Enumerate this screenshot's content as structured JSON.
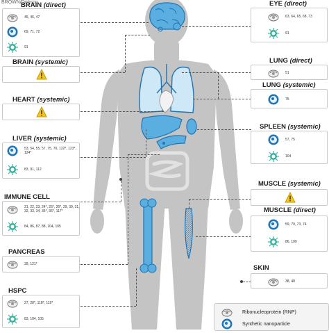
{
  "source_fragment": "BROWN/Dobson",
  "organs": {
    "brain_direct": {
      "name": "BRAIN",
      "mode": "(direct)",
      "rows": [
        {
          "icon": "rnp-icon",
          "refs": "46, 46, 47"
        },
        {
          "icon": "synthetic-nanoparticle-icon",
          "refs": "69, 71, 72"
        },
        {
          "icon": "viral-vector-icon",
          "refs": "91"
        }
      ]
    },
    "brain_systemic": {
      "name": "BRAIN",
      "mode": "(systemic)",
      "rows": [
        {
          "icon": "warning-icon",
          "refs": ""
        }
      ]
    },
    "heart_systemic": {
      "name": "HEART",
      "mode": "(systemic)",
      "rows": [
        {
          "icon": "warning-icon",
          "refs": ""
        }
      ]
    },
    "liver_systemic": {
      "name": "LIVER",
      "mode": "(systemic)",
      "rows": [
        {
          "icon": "synthetic-nanoparticle-icon",
          "refs": "53, 54, 55, 57, 75, 76, 122*, 123*, 124*"
        },
        {
          "icon": "viral-vector-icon",
          "refs": "83, 91, 112"
        }
      ]
    },
    "immune_cell": {
      "name": "IMMUNE CELL",
      "mode": "",
      "rows": [
        {
          "icon": "rnp-icon",
          "refs": "21, 22, 23, 24*, 25*, 26*, 29, 30, 31, 32, 33, 34, 35*, 36*, 117*"
        },
        {
          "icon": "viral-vector-icon",
          "refs": "84, 86, 87, 88, 104, 105"
        }
      ]
    },
    "pancreas": {
      "name": "PANCREAS",
      "mode": "",
      "rows": [
        {
          "icon": "rnp-icon",
          "refs": "39, 121*"
        }
      ]
    },
    "hspc": {
      "name": "HSPC",
      "mode": "",
      "rows": [
        {
          "icon": "rnp-icon",
          "refs": "27, 28*, 118*, 119*"
        },
        {
          "icon": "viral-vector-icon",
          "refs": "83, 104, 105"
        }
      ]
    },
    "eye_direct": {
      "name": "EYE",
      "mode": "(direct)",
      "rows": [
        {
          "icon": "rnp-icon",
          "refs": "63, 64, 65, 68, 73"
        },
        {
          "icon": "viral-vector-icon",
          "refs": "91"
        }
      ]
    },
    "lung_direct": {
      "name": "LUNG",
      "mode": "(direct)",
      "rows": [
        {
          "icon": "rnp-icon",
          "refs": "51"
        }
      ]
    },
    "lung_systemic": {
      "name": "LUNG",
      "mode": "(systemic)",
      "rows": [
        {
          "icon": "synthetic-nanoparticle-icon",
          "refs": "75"
        }
      ]
    },
    "spleen_systemic": {
      "name": "SPLEEN",
      "mode": "(systemic)",
      "rows": [
        {
          "icon": "synthetic-nanoparticle-icon",
          "refs": "57, 75"
        },
        {
          "icon": "viral-vector-icon",
          "refs": "104"
        }
      ]
    },
    "muscle_systemic": {
      "name": "MUSCLE",
      "mode": "(systemic)",
      "rows": [
        {
          "icon": "warning-icon",
          "refs": ""
        }
      ]
    },
    "muscle_direct": {
      "name": "MUSCLE",
      "mode": "(direct)",
      "rows": [
        {
          "icon": "synthetic-nanoparticle-icon",
          "refs": "59, 70, 73, 74"
        },
        {
          "icon": "viral-vector-icon",
          "refs": "86, 109"
        }
      ]
    },
    "skin": {
      "name": "SKIN",
      "mode": "",
      "rows": [
        {
          "icon": "rnp-icon",
          "refs": "38, 48"
        }
      ]
    }
  },
  "legend": {
    "rnp": "Ribonucleoprotein (RNP)",
    "nanoparticle": "Synthetic nanoparticle"
  },
  "colors": {
    "organ_blue": "#5aaee0",
    "organ_blue_dark": "#1f74b5",
    "body_gray": "#c4c4c4",
    "warning_yellow": "#f5c518",
    "viral_teal": "#3bb39e"
  }
}
